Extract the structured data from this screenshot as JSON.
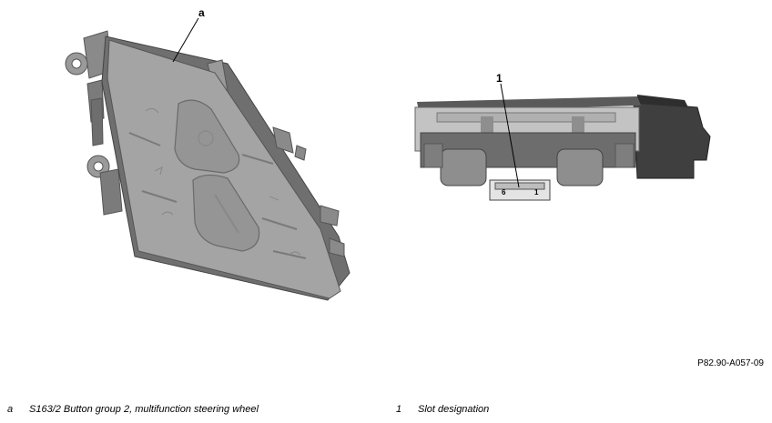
{
  "callouts": {
    "a": "a",
    "one": "1"
  },
  "pin_labels": {
    "left": "6",
    "right": "1"
  },
  "reference_code": "P82.90-A057-09",
  "legend": [
    {
      "key": "a",
      "text": "S163/2 Button group 2, multifunction steering wheel"
    },
    {
      "key": "1",
      "text": "Slot designation"
    }
  ]
}
